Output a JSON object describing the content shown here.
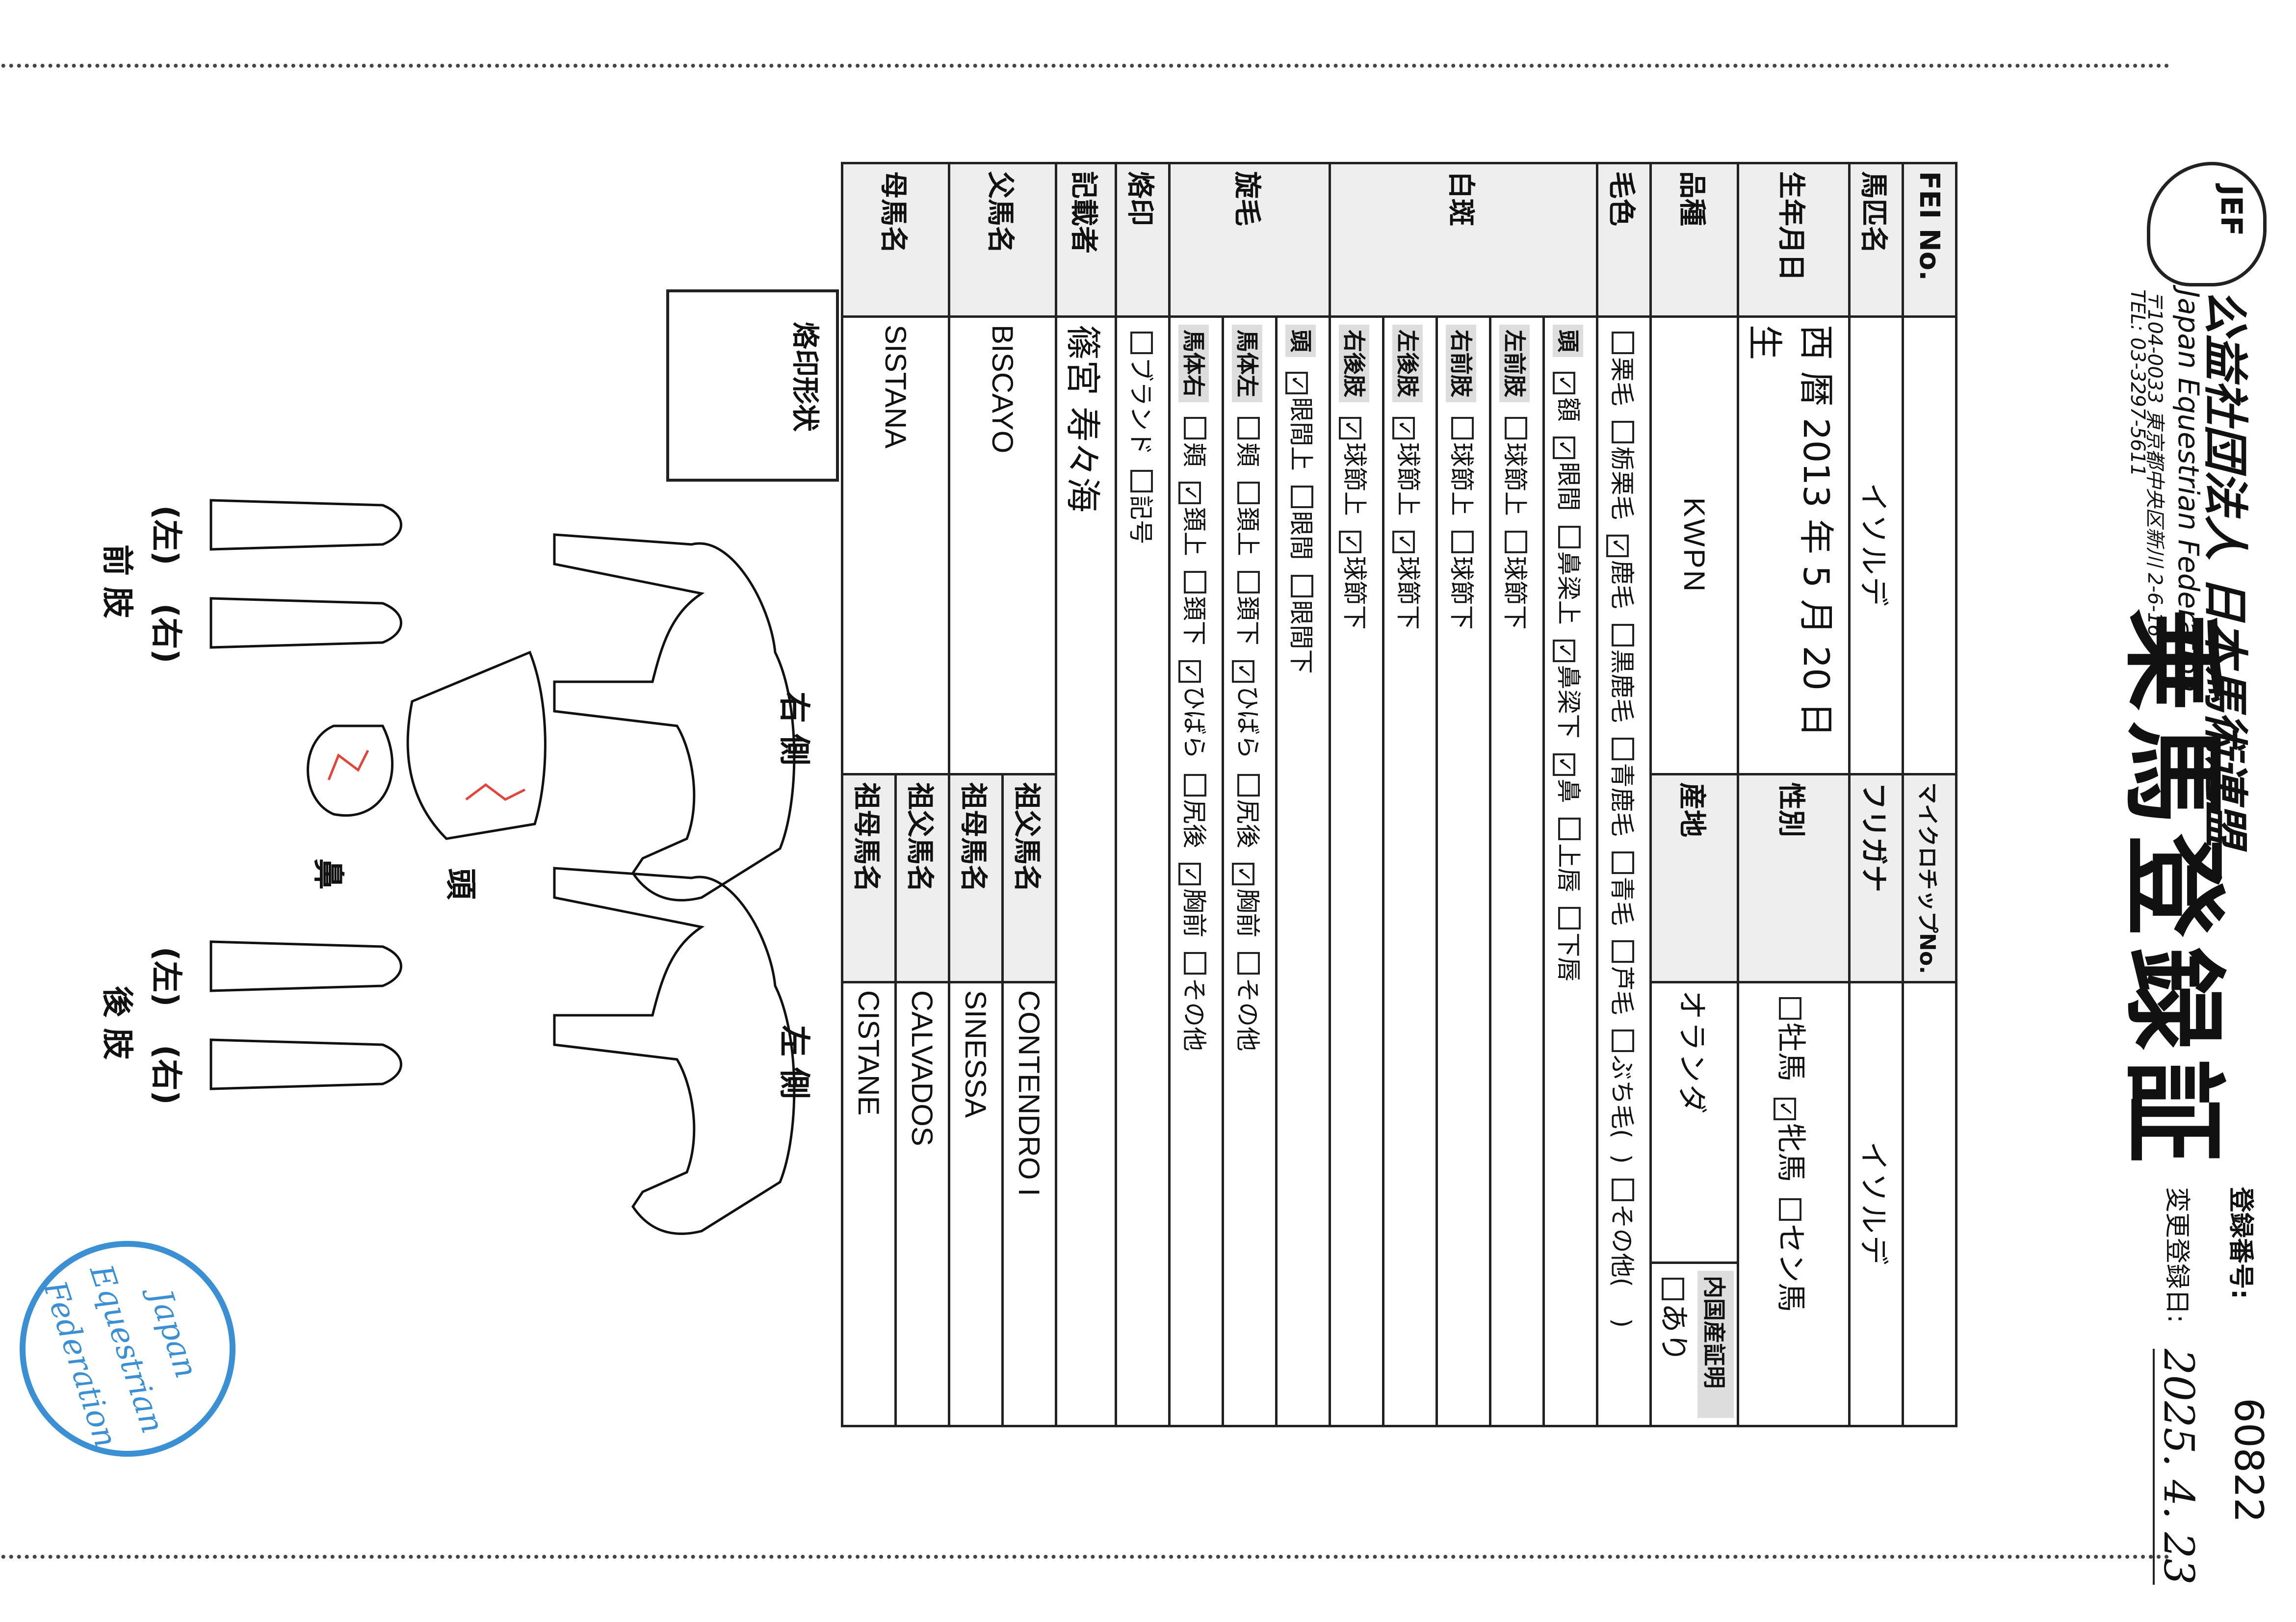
{
  "header": {
    "org_jp": "公益社団法人 日本馬術連盟",
    "org_en": "Japan Equestrian Federation",
    "address": "〒104-0033 東京都中央区新川 2-6-16",
    "tel": "TEL: 03-3297-5611",
    "logo_text": "JEF",
    "title": "乗馬登録証",
    "reg_label": "登録番号:",
    "reg_no": "60822",
    "change_label": "変更登録日:",
    "change_date": "2025. 4. 23"
  },
  "fields": {
    "fei_label": "FEI No.",
    "microchip_label": "マイクロチップNo.",
    "name_label": "馬匹名",
    "name_value": "イソルデ",
    "furigana_label": "フリガナ",
    "furigana_value": "イソルデ",
    "dob_label": "生年月日",
    "dob_value": "西 暦 2013 年 5 月 20 日 生",
    "sex_label": "性別",
    "sex_options": [
      "牡馬",
      "牝馬",
      "セン馬"
    ],
    "breed_label": "品種",
    "breed_value": "KWPN",
    "origin_label": "産地",
    "origin_value": "オランダ",
    "domestic_label": "内国産証明",
    "domestic_option": "あり",
    "color_label": "毛色",
    "color_options": [
      "栗毛",
      "栃栗毛",
      "鹿毛",
      "黒鹿毛",
      "青鹿毛",
      "青毛",
      "芦毛",
      "ぶち毛(",
      ")",
      "その他(",
      ")"
    ],
    "markings_label": "白斑",
    "head_label": "頭",
    "head_options": [
      "額",
      "眼間",
      "鼻梁上",
      "鼻梁下",
      "鼻",
      "上唇",
      "下唇"
    ],
    "lf_label": "左前肢",
    "lf_options": [
      "球節上",
      "球節下"
    ],
    "rf_label": "右前肢",
    "rf_options": [
      "球節上",
      "球節下"
    ],
    "lh_label": "左後肢",
    "lh_options": [
      "球節上",
      "球節下"
    ],
    "rh_label": "右後肢",
    "rh_options": [
      "球節上",
      "球節下"
    ],
    "whorls_label": "旋毛",
    "whorl_head_label": "頭",
    "whorl_head_options": [
      "眼間上",
      "眼間",
      "眼間下"
    ],
    "whorl_left_label": "馬体左",
    "whorl_left_options": [
      "頬",
      "頚上",
      "頚下",
      "ひばら",
      "尻後",
      "胸前",
      "その他"
    ],
    "whorl_right_label": "馬体右",
    "whorl_right_options": [
      "頬",
      "頚上",
      "頚下",
      "ひばら",
      "尻後",
      "胸前",
      "その他"
    ],
    "brand_label": "烙印",
    "brand_options": [
      "ブランド",
      "記号"
    ],
    "recorder_label": "記載者",
    "recorder_value": "篠宮 寿々海",
    "sire_label": "父馬名",
    "sire_value": "BISCAYO",
    "dam_label": "母馬名",
    "dam_value": "SISTANA",
    "pgs_label": "祖父馬名",
    "pgs_value": "CONTENDRO I",
    "pgd_label": "祖母馬名",
    "pgd_value": "SINESSA",
    "mgs_label": "祖父馬名",
    "mgs_value": "CALVADOS",
    "mgd_label": "祖母馬名",
    "mgd_value": "CISTANE"
  },
  "checked": {
    "sex": [
      false,
      true,
      false
    ],
    "color": [
      false,
      false,
      true,
      false,
      false,
      false,
      false,
      false,
      false
    ],
    "head": [
      true,
      true,
      false,
      true,
      true,
      false,
      false
    ],
    "lf": [
      false,
      false
    ],
    "rf": [
      false,
      false
    ],
    "lh": [
      true,
      true
    ],
    "rh": [
      true,
      true
    ],
    "whorl_head": [
      true,
      false,
      false
    ],
    "whorl_left": [
      false,
      false,
      false,
      true,
      false,
      true,
      false
    ],
    "whorl_right": [
      false,
      true,
      false,
      true,
      false,
      true,
      false
    ],
    "brand": [
      false,
      false
    ],
    "domestic": [
      false
    ]
  },
  "diagram": {
    "brand_shape_label": "烙印形状",
    "right_side": "右 側",
    "left_side": "左 側",
    "head": "頭",
    "nose": "鼻",
    "forelimbs": "前 肢",
    "hindlimbs": "後 肢",
    "left": "(左)",
    "right": "(右)",
    "stamp_text": "Japan Equestrian Federation"
  },
  "colors": {
    "ink": "#111111",
    "marking": "#e0463c",
    "stamp": "#3b8fd3"
  }
}
